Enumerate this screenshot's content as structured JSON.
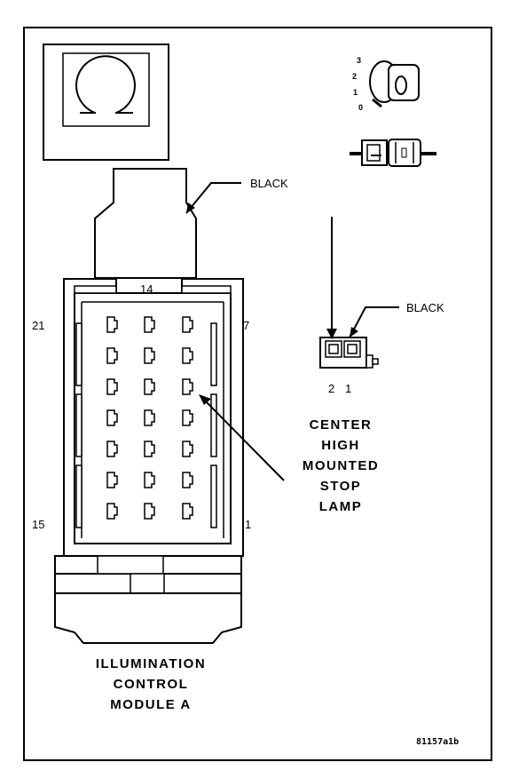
{
  "connector_module": {
    "wire_color_label": "BLACK",
    "pin_labels": {
      "top": "14",
      "top_left": "21",
      "top_right": "7",
      "bottom_left": "15",
      "bottom_right": "1"
    },
    "title_lines": [
      "ILLUMINATION",
      "CONTROL",
      "MODULE A"
    ]
  },
  "connector_lamp": {
    "wire_color_label": "BLACK",
    "pin_labels": [
      "2",
      "1"
    ],
    "title_lines": [
      "CENTER",
      "HIGH",
      "MOUNTED",
      "STOP",
      "LAMP"
    ]
  },
  "ignition_icon": {
    "positions": [
      "3",
      "2",
      "1",
      "0"
    ]
  },
  "figure_code": "81157a1b"
}
